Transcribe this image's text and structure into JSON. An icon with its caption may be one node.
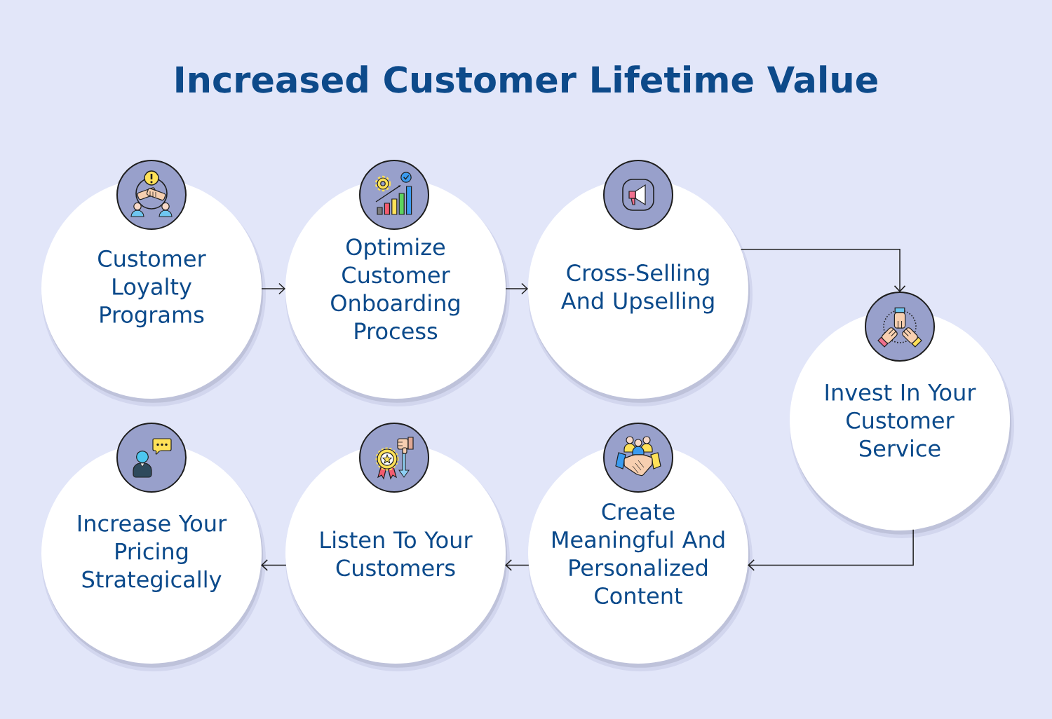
{
  "diagram": {
    "title": "Increased Customer Lifetime Value",
    "nodes": [
      {
        "text": [
          "Customer Loyalty Programs"
        ]
      },
      {
        "text": [
          "Optimize Customer Onboarding Process"
        ]
      },
      {
        "text": [
          "Cross-Selling And Upselling"
        ]
      },
      {
        "text": [
          "Invest In Your Customer Service"
        ]
      },
      {
        "text": [
          "Create Meaningful And Personalized Content"
        ]
      },
      {
        "text": [
          "Listen To Your Customers"
        ]
      },
      {
        "text": [
          "Increase Your Pricing Strategically"
        ]
      }
    ],
    "edges": [
      {
        "from": 0,
        "to": 1,
        "arrow": "to"
      },
      {
        "from": 1,
        "to": 2,
        "arrow": "to"
      },
      {
        "from": 2,
        "to": 3,
        "arrow": "to"
      },
      {
        "from": 3,
        "to": 4,
        "arrow": "to"
      },
      {
        "from": 4,
        "to": 5,
        "arrow": "to"
      },
      {
        "from": 5,
        "to": 6,
        "arrow": "to"
      }
    ]
  }
}
